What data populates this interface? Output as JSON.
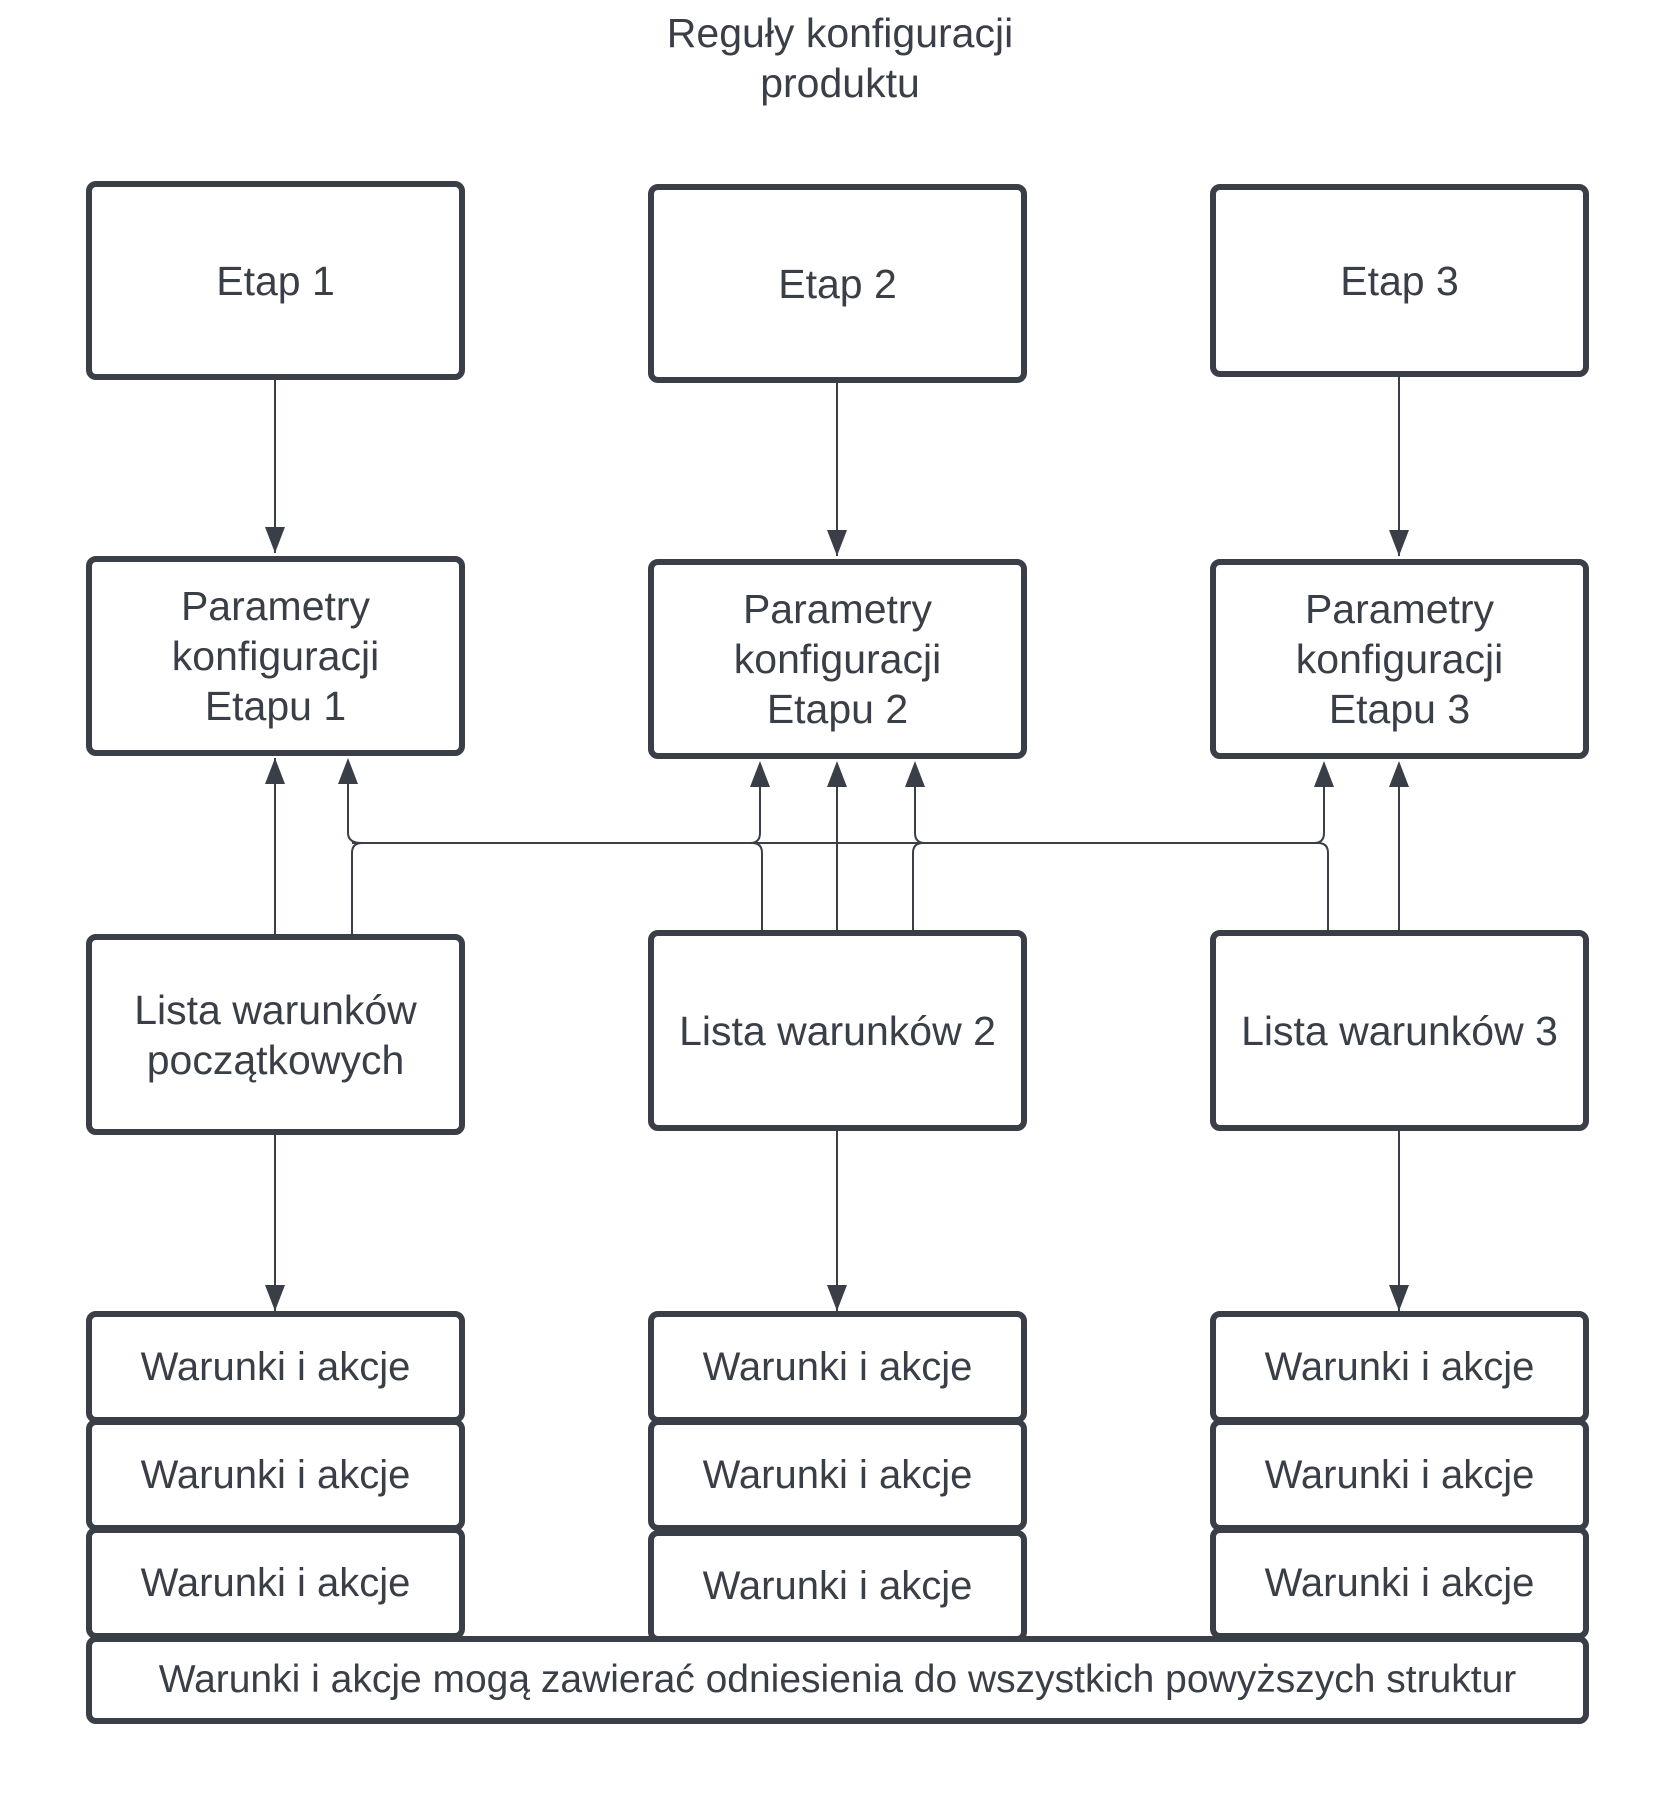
{
  "title": "Reguły konfiguracji\nprodukt u",
  "columns": [
    {
      "stage": "Etap 1",
      "params": "Parametry\nkonfiguracji\nEtapu 1",
      "conditions": "Lista warunków\npoczątkowych",
      "rules": [
        "Warunki i akcje",
        "Warunki i akcje",
        "Warunki i akcje"
      ]
    },
    {
      "stage": "Etap 2",
      "params": "Parametry\nkonfiguracji\nEtapu 2",
      "conditions": "Lista warunków 2",
      "rules": [
        "Warunki i akcje",
        "Warunki i akcje",
        "Warunki i akcje"
      ]
    },
    {
      "stage": "Etap 3",
      "params": "Parametry\nkonfiguracji\nEtapu 3",
      "conditions": "Lista warunków 3",
      "rules": [
        "Warunki i akcje",
        "Warunki i akcje",
        "Warunki i akcje"
      ]
    }
  ],
  "footer": "Warunki i akcje mogą zawierać odniesienia do wszystkich powyższych struktur",
  "colors": {
    "stroke": "#3a3f47",
    "text": "#3a3f47",
    "background": "#ffffff"
  }
}
